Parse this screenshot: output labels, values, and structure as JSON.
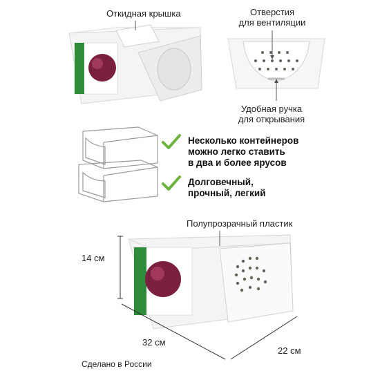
{
  "labels": {
    "lid": "Откидная крышка",
    "vents_line1": "Отверстия",
    "vents_line2": "для вентиляции",
    "handle_line1": "Удобная ручка",
    "handle_line2": "для открывания",
    "translucent": "Полупрозрачный пластик",
    "height": "14 см",
    "length": "32 см",
    "width": "22 см",
    "made_in": "Сделано в России"
  },
  "features": [
    {
      "line1": "Несколько контейнеров",
      "line2": "можно легко ставить",
      "line3": "в два и более ярусов"
    },
    {
      "line1": "Долговечный,",
      "line2": "прочный, легкий"
    }
  ],
  "colors": {
    "check": "#6db33f",
    "label_green": "#2e8b3a",
    "onion": "#7a1f3d",
    "outline": "#9a9a9a",
    "vent": "#6b6258"
  },
  "icons": [
    "checkmark-icon",
    "ruler-line-icon"
  ]
}
